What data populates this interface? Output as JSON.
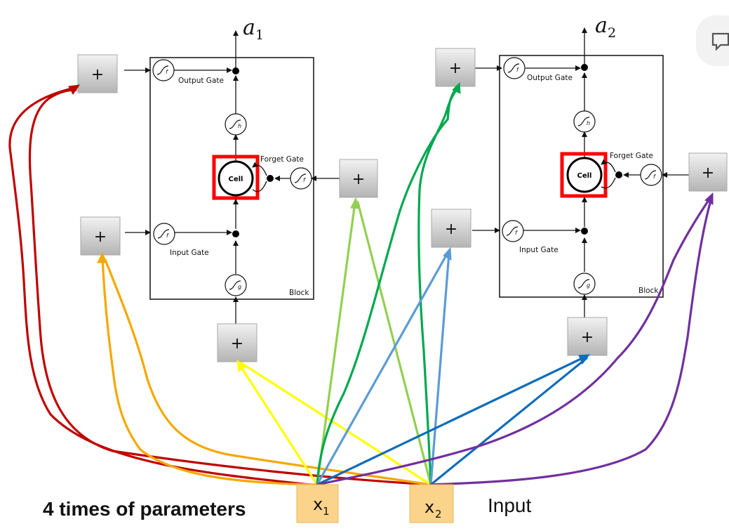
{
  "labels": {
    "output_gate": "Output Gate",
    "forget_gate": "Forget Gate",
    "input_gate": "Input Gate",
    "block": "Block",
    "cell": "Cell",
    "plus": "+",
    "act_f": "f",
    "act_h": "h",
    "act_g": "g"
  },
  "outputs": [
    {
      "base": "a",
      "sub": "1"
    },
    {
      "base": "a",
      "sub": "2"
    }
  ],
  "inputs": [
    {
      "base": "x",
      "sub": "1"
    },
    {
      "base": "x",
      "sub": "2"
    }
  ],
  "caption": "4 times of parameters",
  "input_word": "Input",
  "colors": {
    "output_gate_weights": "#c00000",
    "input_gate_weights": "#f4a800",
    "cell_input_weights": "#ffff00",
    "forget_gate_weights_cell1": "#92d050",
    "output_gate_weights_cell2": "#00a84f",
    "input_gate_weights_cell2": "#5b9bd5",
    "cell_input_weights_cell2": "#0f6db8",
    "forget_gate_weights_cell2": "#7030a0",
    "cell_highlight": "#ff0000",
    "input_box": "#fcd38a"
  }
}
